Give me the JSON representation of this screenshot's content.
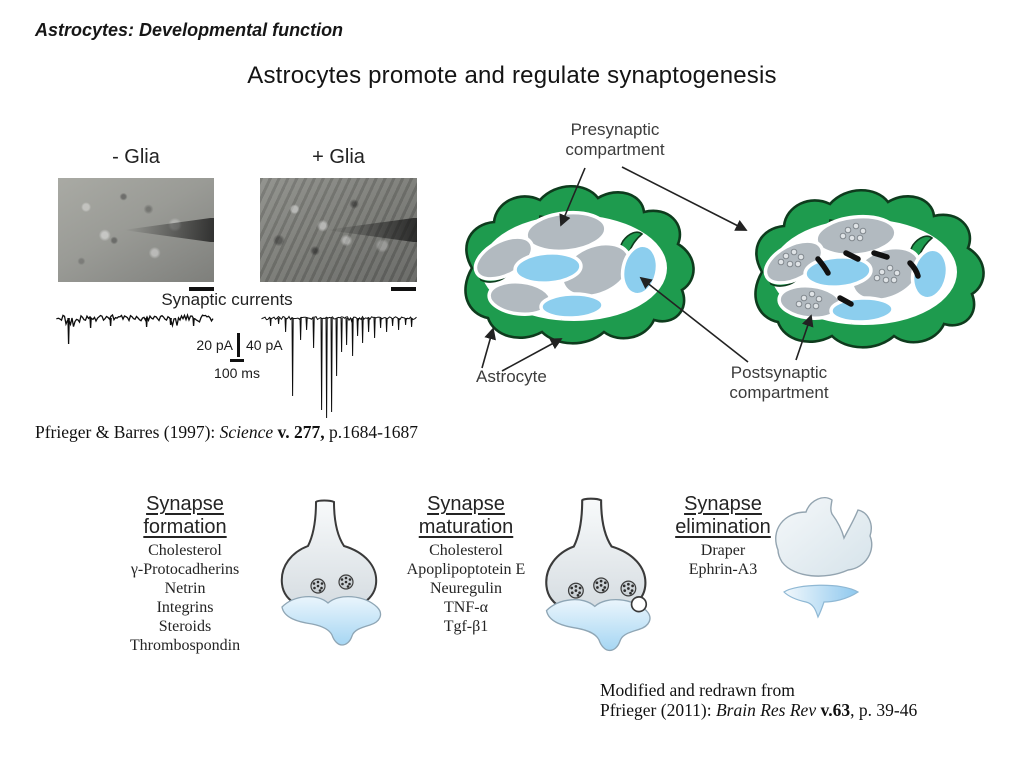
{
  "slide": {
    "kicker": "Astrocytes: Developmental function",
    "title": "Astrocytes promote and regulate synaptogenesis"
  },
  "experiment_figure": {
    "minus_glia_label": "- Glia",
    "plus_glia_label": "+ Glia",
    "trace_title": "Synaptic currents",
    "scalebar_left": "20 pA",
    "scalebar_right": "40 pA",
    "time_scale": "100 ms",
    "citation": {
      "prefix": "Pfrieger & Barres (1997): ",
      "journal_italic": "Science",
      "volume_bold": " v. 277,",
      "pages": " p.1684-1687"
    }
  },
  "synapse_diagram": {
    "presynaptic_label": "Presynaptic\ncompartment",
    "astrocyte_label": "Astrocyte",
    "postsynaptic_label": "Postsynaptic\ncompartment",
    "colors": {
      "astrocyte_green": "#1e9b4e",
      "outline_dark": "#0e3b1d",
      "presynaptic_gray": "#b2bac0",
      "postsynaptic_blue": "#8cceee",
      "active_zone_black": "#111111"
    }
  },
  "pathways": {
    "formation": {
      "title": "Synapse\nformation",
      "items": [
        "Cholesterol",
        "γ-Protocadherins",
        "Netrin",
        "Integrins",
        "Steroids",
        "Thrombospondin"
      ]
    },
    "maturation": {
      "title": "Synapse\nmaturation",
      "items": [
        "Cholesterol",
        "Apoplipoptotein E",
        "Neuregulin",
        "TNF-α",
        "Tgf-β1"
      ]
    },
    "elimination": {
      "title": "Synapse\nelimination",
      "items": [
        "Draper",
        "Ephrin-A3"
      ]
    }
  },
  "bottom_citation": {
    "line1": "Modified and redrawn from",
    "line2_prefix": "Pfrieger (2011): ",
    "line2_journal_italic": "Brain Res Rev",
    "line2_volume_bold": " v.63",
    "line2_pages": ", p. 39-46"
  }
}
